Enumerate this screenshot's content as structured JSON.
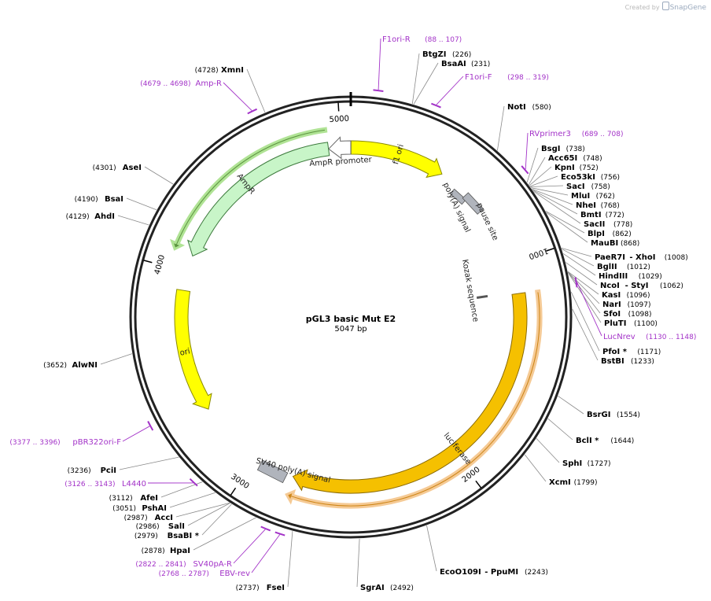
{
  "credit": {
    "prefix": "Created by",
    "brand": "SnapGene"
  },
  "plasmid": {
    "name": "pGL3 basic Mut E2",
    "size_label": "5047 bp",
    "length": 5047
  },
  "colors": {
    "yellow": "#ffff00",
    "yellow_stroke": "#8a8a00",
    "orange": "#f5c000",
    "orange_stroke": "#8a6a00",
    "green": "#c8f5c8",
    "green_stroke": "#3d7a3d",
    "gray": "#b0b4bc",
    "primer": "#a333c8",
    "line": "#8a8a8a"
  },
  "ticks": [
    {
      "bp": 1000,
      "label": "1000"
    },
    {
      "bp": 2000,
      "label": "2000"
    },
    {
      "bp": 3000,
      "label": "3000"
    },
    {
      "bp": 4000,
      "label": "4000"
    },
    {
      "bp": 5000,
      "label": "5000"
    }
  ],
  "features": [
    {
      "name": "f1 ori",
      "start": 1,
      "end": 456,
      "type": "arrow",
      "color": "yellow",
      "dir": 1,
      "label": "f1 ori"
    },
    {
      "name": "AmpR promoter",
      "start": 4942,
      "end": 5047,
      "type": "arrow",
      "color": "white",
      "dir": -1,
      "label": "AmpR promoter"
    },
    {
      "name": "AmpR",
      "start": 4081,
      "end": 4941,
      "type": "arrow",
      "color": "green",
      "dir": -1,
      "label": "AmpR"
    },
    {
      "name": "ori",
      "start": 3324,
      "end": 3912,
      "type": "arrow",
      "color": "yellow",
      "dir": -1,
      "label": "ori"
    },
    {
      "name": "luciferase",
      "start": 1150,
      "end": 2803,
      "type": "arrow",
      "color": "orange",
      "dir": 1,
      "label": "luciferase"
    },
    {
      "name": "SV40 poly(A) signal",
      "start": 2841,
      "end": 2962,
      "type": "box",
      "color": "gray",
      "label": "SV40 poly(A) signal"
    },
    {
      "name": "poly(A) signal",
      "start": 560,
      "end": 610,
      "type": "box",
      "color": "gray",
      "label": "poly(A) signal"
    },
    {
      "name": "pause site",
      "start": 620,
      "end": 700,
      "type": "box",
      "color": "gray",
      "label": "pause site"
    },
    {
      "name": "Kozak sequence",
      "start": 1136,
      "end": 1145,
      "type": "box",
      "color": "gray",
      "label": "Kozak sequence"
    }
  ],
  "sites_right": [
    {
      "name": "BtgZI",
      "pos": "(226)",
      "bp": 226
    },
    {
      "name": "BsaAI",
      "pos": "(231)",
      "bp": 231
    },
    {
      "name": "NotI",
      "pos": "(580)",
      "bp": 580
    },
    {
      "name": "BsgI",
      "pos": "(738)",
      "bp": 738
    },
    {
      "name": "Acc65I",
      "pos": "(748)",
      "bp": 748
    },
    {
      "name": "KpnI",
      "pos": "(752)",
      "bp": 752
    },
    {
      "name": "Eco53kI",
      "pos": "(756)",
      "bp": 756
    },
    {
      "name": "SacI",
      "pos": "(758)",
      "bp": 758
    },
    {
      "name": "MluI",
      "pos": "(762)",
      "bp": 762
    },
    {
      "name": "NheI",
      "pos": "(768)",
      "bp": 768
    },
    {
      "name": "BmtI",
      "pos": "(772)",
      "bp": 772
    },
    {
      "name": "SacII",
      "pos": "(778)",
      "bp": 778
    },
    {
      "name": "BlpI",
      "pos": "(862)",
      "bp": 862
    },
    {
      "name": "MauBI",
      "pos": "(868)",
      "bp": 868
    },
    {
      "name": "PaeR7I",
      "name2": "- XhoI",
      "pos": "(1008)",
      "bp": 1008
    },
    {
      "name": "BglII",
      "pos": "(1012)",
      "bp": 1012
    },
    {
      "name": "HindIII",
      "pos": "(1029)",
      "bp": 1029
    },
    {
      "name": "NcoI",
      "name2": "- StyI",
      "pos": "(1062)",
      "bp": 1062
    },
    {
      "name": "KasI",
      "pos": "(1096)",
      "bp": 1096
    },
    {
      "name": "NarI",
      "pos": "(1097)",
      "bp": 1097
    },
    {
      "name": "SfoI",
      "pos": "(1098)",
      "bp": 1098
    },
    {
      "name": "PluTI",
      "pos": "(1100)",
      "bp": 1100
    },
    {
      "name": "PfoI *",
      "pos": "(1171)",
      "bp": 1171
    },
    {
      "name": "BstBI",
      "pos": "(1233)",
      "bp": 1233
    },
    {
      "name": "BsrGI",
      "pos": "(1554)",
      "bp": 1554
    },
    {
      "name": "BclI *",
      "pos": "(1644)",
      "bp": 1644
    },
    {
      "name": "SphI",
      "pos": "(1727)",
      "bp": 1727
    },
    {
      "name": "XcmI",
      "pos": "(1799)",
      "bp": 1799
    },
    {
      "name": "EcoO109I",
      "name2": "- PpuMI",
      "pos": "(2243)",
      "bp": 2243
    },
    {
      "name": "SgrAI",
      "pos": "(2492)",
      "bp": 2492
    }
  ],
  "sites_left": [
    {
      "name": "XmnI",
      "pos": "(4728)",
      "bp": 4728
    },
    {
      "name": "AseI",
      "pos": "(4301)",
      "bp": 4301
    },
    {
      "name": "BsaI",
      "pos": "(4190)",
      "bp": 4190
    },
    {
      "name": "AhdI",
      "pos": "(4129)",
      "bp": 4129
    },
    {
      "name": "AlwNI",
      "pos": "(3652)",
      "bp": 3652
    },
    {
      "name": "PciI",
      "pos": "(3236)",
      "bp": 3236
    },
    {
      "name": "AfeI",
      "pos": "(3112)",
      "bp": 3112
    },
    {
      "name": "PshAI",
      "pos": "(3051)",
      "bp": 3051
    },
    {
      "name": "AccI",
      "pos": "(2987)",
      "bp": 2987
    },
    {
      "name": "SalI",
      "pos": "(2986)",
      "bp": 2986
    },
    {
      "name": "BsaBI *",
      "pos": "(2979)",
      "bp": 2979
    },
    {
      "name": "HpaI",
      "pos": "(2878)",
      "bp": 2878
    },
    {
      "name": "FseI",
      "pos": "(2737)",
      "bp": 2737
    }
  ],
  "primers": [
    {
      "name": "F1ori-R",
      "pos": "(88 .. 107)",
      "bp": 97,
      "side": "top"
    },
    {
      "name": "F1ori-F",
      "pos": "(298 .. 319)",
      "bp": 308,
      "side": "right"
    },
    {
      "name": "RVprimer3",
      "pos": "(689 .. 708)",
      "bp": 698,
      "side": "right"
    },
    {
      "name": "LucNrev",
      "pos": "(1130 .. 1148)",
      "bp": 1139,
      "side": "right"
    },
    {
      "name": "Amp-R",
      "pos": "(4679 .. 4698)",
      "bp": 4688,
      "side": "left"
    },
    {
      "name": "pBR322ori-F",
      "pos": "(3377 .. 3396)",
      "bp": 3386,
      "side": "left"
    },
    {
      "name": "L4440",
      "pos": "(3126 .. 3143)",
      "bp": 3134,
      "side": "left"
    },
    {
      "name": "SV40pA-R",
      "pos": "(2822 .. 2841)",
      "bp": 2831,
      "side": "left"
    },
    {
      "name": "EBV-rev",
      "pos": "(2768 .. 2787)",
      "bp": 2777,
      "side": "left"
    }
  ]
}
